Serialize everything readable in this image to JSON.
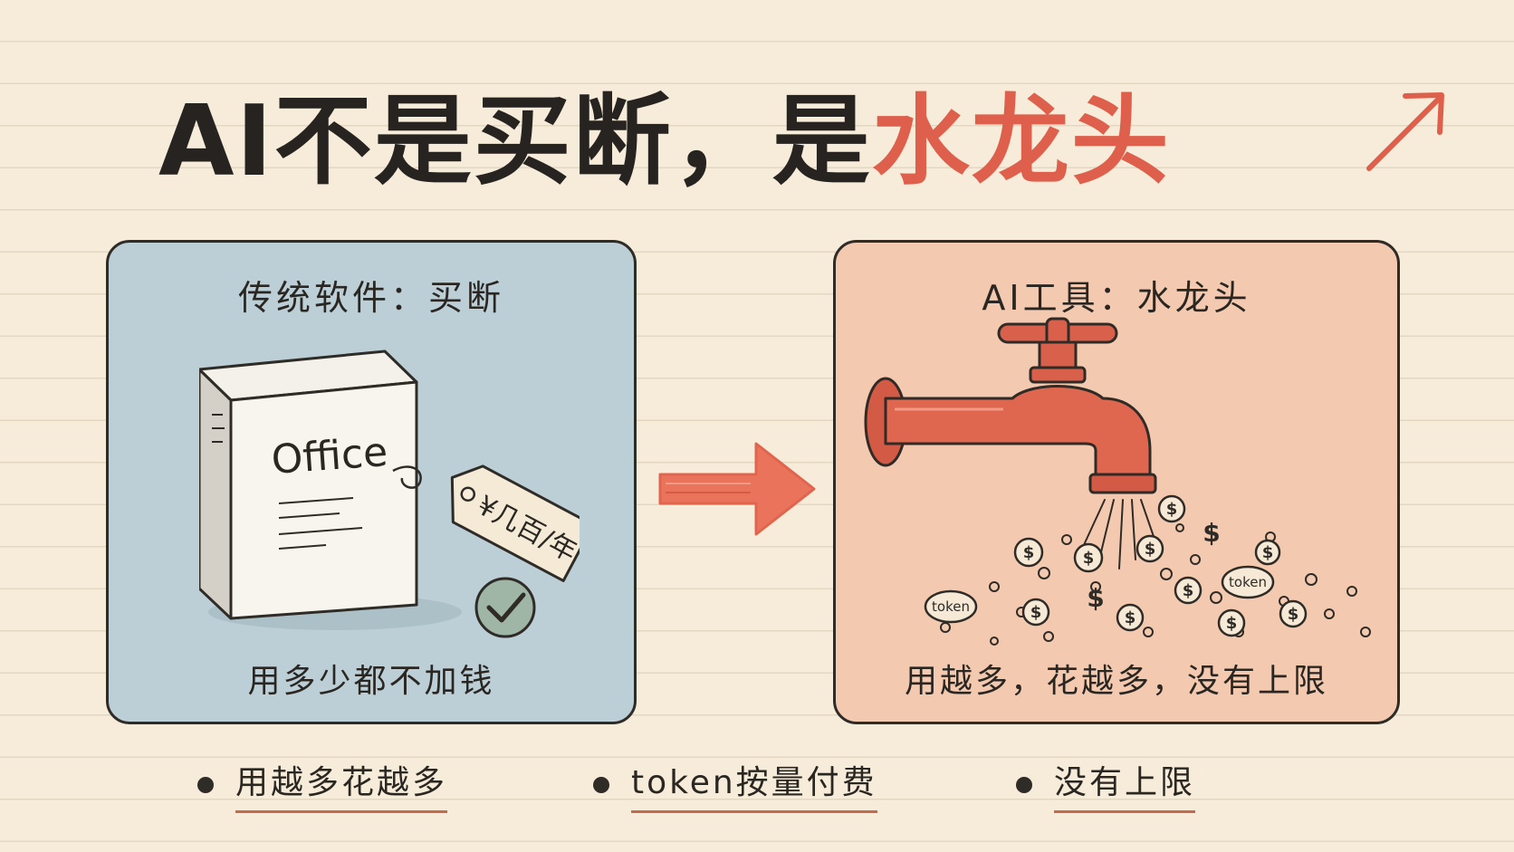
{
  "title": {
    "main": "AI不是买断，是",
    "accent": "水龙头"
  },
  "left_panel": {
    "title": "传统软件：买断",
    "box_label": "Office",
    "price_tag": "¥几百/年",
    "caption": "用多少都不加钱"
  },
  "right_panel": {
    "title": "AI工具：水龙头",
    "token_label": "token",
    "caption": "用越多，花越多，没有上限"
  },
  "bullets": [
    {
      "text": "用越多花越多"
    },
    {
      "text": "token按量付费"
    },
    {
      "text": "没有上限"
    }
  ],
  "colors": {
    "background": "#f6ecd9",
    "accent_red": "#de5f4b",
    "panel_blue": "#bccfd7",
    "panel_peach": "#f3c9b0",
    "ink": "#2f2b27"
  }
}
